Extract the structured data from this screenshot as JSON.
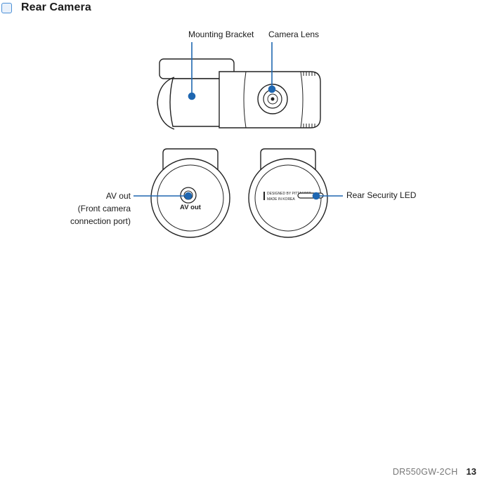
{
  "section": {
    "title": "Rear Camera"
  },
  "labels": {
    "mounting_bracket": "Mounting Bracket",
    "camera_lens": "Camera Lens",
    "av_out": "AV out",
    "av_out_note_1": "(Front camera",
    "av_out_note_2": "connection port)",
    "rear_security_led": "Rear Security LED"
  },
  "device_text": {
    "av_port_label": "AV out",
    "plate_line_1": "DESIGNED BY PITTASOFT",
    "plate_line_2": "MADE IN KOREA"
  },
  "footer": {
    "model": "DR550GW-2CH",
    "page": "13"
  },
  "colors": {
    "accent": "#1f67b1",
    "outline": "#222222",
    "section_box": "#4a8fd6"
  }
}
